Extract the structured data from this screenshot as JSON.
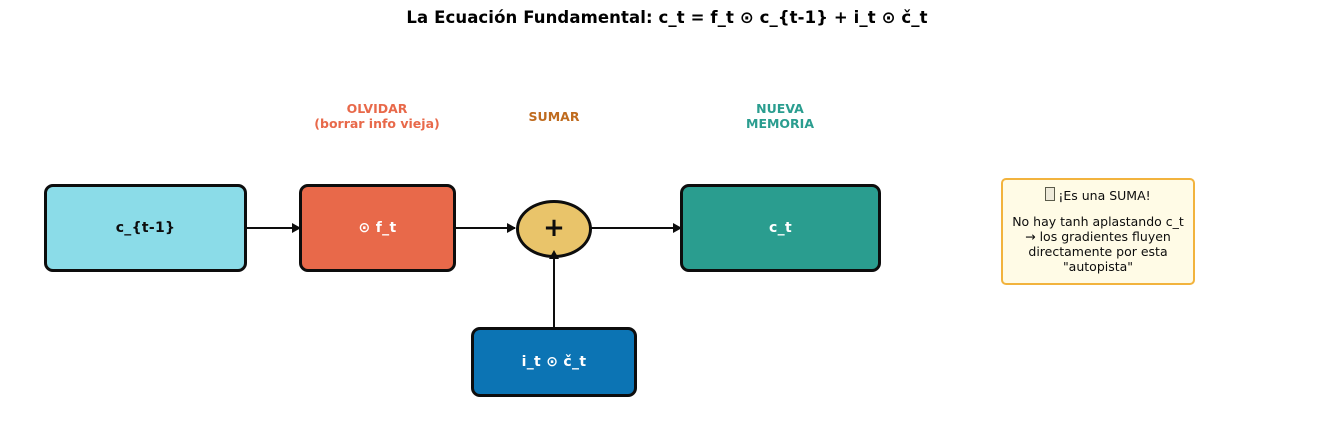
{
  "diagram": {
    "title": "La Ecuación Fundamental: c_t = f_t ⊙ c_{t-1} + i_t ⊙ č_t",
    "labels": {
      "forget": "OLVIDAR\n(borrar info vieja)",
      "sum": "SUMAR",
      "new_memory": "NUEVA\nMEMORIA"
    },
    "nodes": {
      "prev_cell": "c_{t-1}",
      "forget_gate": "⊙ f_t",
      "plus": "+",
      "new_cell": "c_t",
      "input_gate": "i_t ⊙ č_t"
    },
    "callout": {
      "heading": "¡Es una SUMA!",
      "body": "No hay tanh aplastando c_t\n→ los gradientes fluyen\ndirectamente por esta\n\"autopista\""
    },
    "colors": {
      "prev_cell": "#8BDCE8",
      "forget_gate": "#E8694A",
      "plus": "#E9C46A",
      "new_cell": "#2A9D8F",
      "input_gate": "#0C74B4",
      "callout_fill": "#FFFBE6",
      "callout_border": "#F2B33D",
      "label_forget": "#E8694A",
      "label_sum": "#BF6B1E",
      "label_memory": "#2A9D8F",
      "stroke": "#0D0D0D"
    }
  }
}
